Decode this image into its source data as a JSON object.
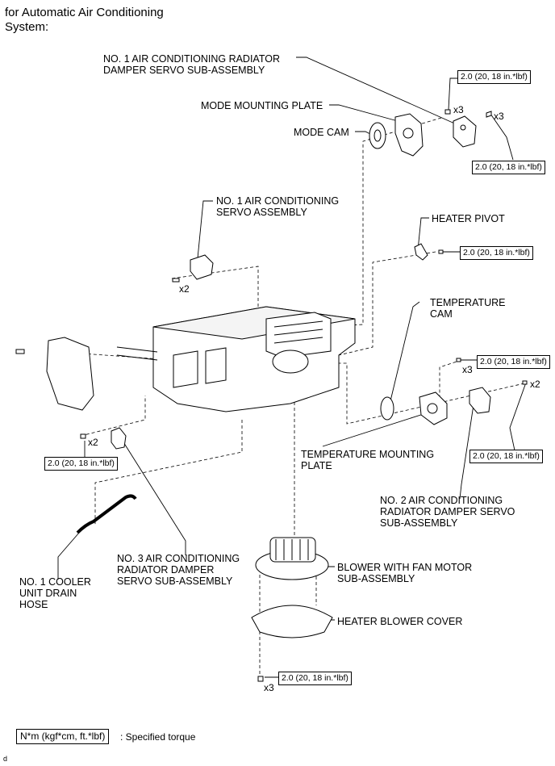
{
  "title": "for Automatic Air Conditioning System:",
  "title_line1": "for Automatic Air Conditioning",
  "title_line2": "System:",
  "labels": {
    "damper_servo_1_l1": "NO. 1 AIR CONDITIONING RADIATOR",
    "damper_servo_1_l2": "DAMPER SERVO SUB-ASSEMBLY",
    "mode_mounting_plate": "MODE MOUNTING PLATE",
    "mode_cam": "MODE CAM",
    "servo_1_l1": "NO. 1 AIR CONDITIONING",
    "servo_1_l2": "SERVO ASSEMBLY",
    "heater_pivot": "HEATER PIVOT",
    "temperature_cam_l1": "TEMPERATURE",
    "temperature_cam_l2": "CAM",
    "temp_mounting_plate_l1": "TEMPERATURE MOUNTING",
    "temp_mounting_plate_l2": "PLATE",
    "damper_servo_2_l1": "NO. 2 AIR CONDITIONING",
    "damper_servo_2_l2": "RADIATOR DAMPER SERVO",
    "damper_servo_2_l3": "SUB-ASSEMBLY",
    "damper_servo_3_l1": "NO. 3 AIR CONDITIONING",
    "damper_servo_3_l2": "RADIATOR DAMPER",
    "damper_servo_3_l3": "SERVO SUB-ASSEMBLY",
    "drain_hose_l1": "NO. 1 COOLER",
    "drain_hose_l2": "UNIT DRAIN",
    "drain_hose_l3": "HOSE",
    "blower_l1": "BLOWER WITH FAN MOTOR",
    "blower_l2": "SUB-ASSEMBLY",
    "heater_blower_cover": "HEATER BLOWER COVER"
  },
  "torque": "2.0 (20, 18 in.*lbf)",
  "quantities": {
    "x3": "x3",
    "x2": "x2"
  },
  "legend": {
    "unit": "N*m (kgf*cm, ft.*lbf)",
    "description": ": Specified torque"
  },
  "corner_mark": "d"
}
